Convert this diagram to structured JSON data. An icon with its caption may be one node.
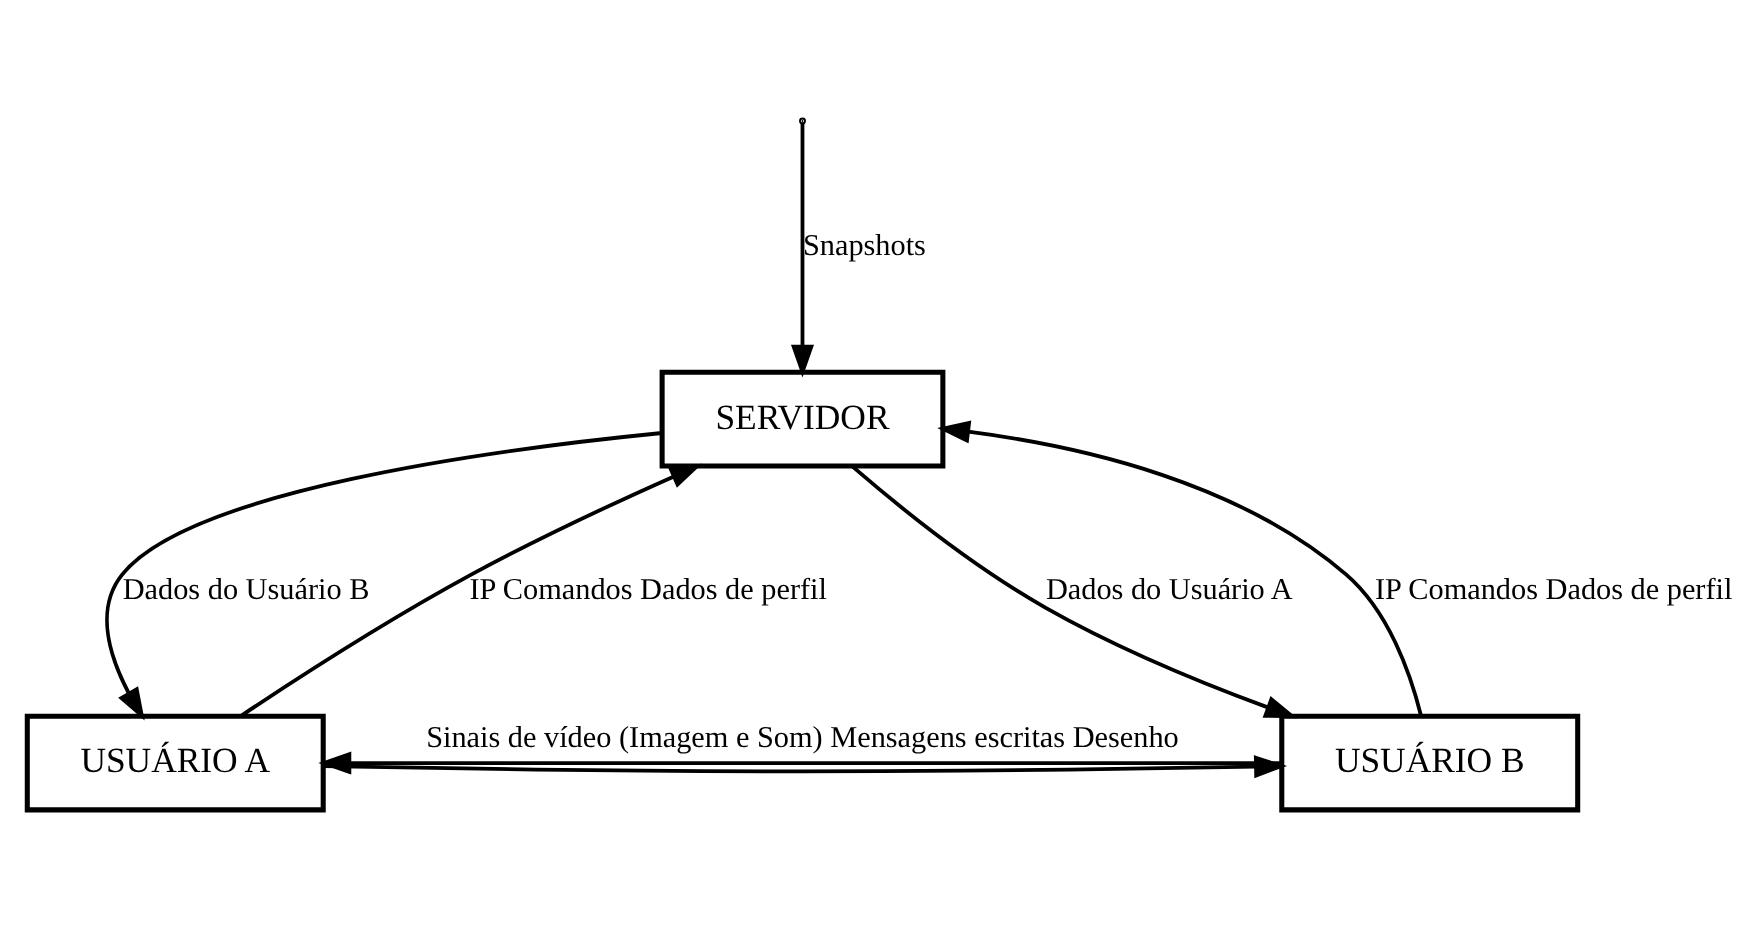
{
  "diagram": {
    "nodes": [
      {
        "text": [
          "SERVIDOR"
        ]
      },
      {
        "text": [
          "USUÁRIO A"
        ]
      },
      {
        "text": [
          "USUÁRIO B"
        ]
      }
    ],
    "edges": [
      {
        "from": 1,
        "to": 0,
        "arrow": "to",
        "label": "IP Comandos Dados de perfil"
      },
      {
        "from": 2,
        "to": 0,
        "arrow": "to",
        "label": "IP Comandos Dados de perfil"
      },
      {
        "from": 0,
        "to": 1,
        "arrow": "to",
        "label": "Dados do Usuário B"
      },
      {
        "from": 0,
        "to": 2,
        "arrow": "to",
        "label": "Dados do Usuário A"
      },
      {
        "from": null,
        "to": 0,
        "arrow": "to",
        "label": "Snapshots"
      },
      {
        "from": 1,
        "to": 2,
        "arrow": "to"
      },
      {
        "from": 2,
        "to": 1,
        "arrow": "to",
        "label": "Sinais de vídeo (Imagem e Som) Mensagens escritas Desenho"
      }
    ]
  }
}
